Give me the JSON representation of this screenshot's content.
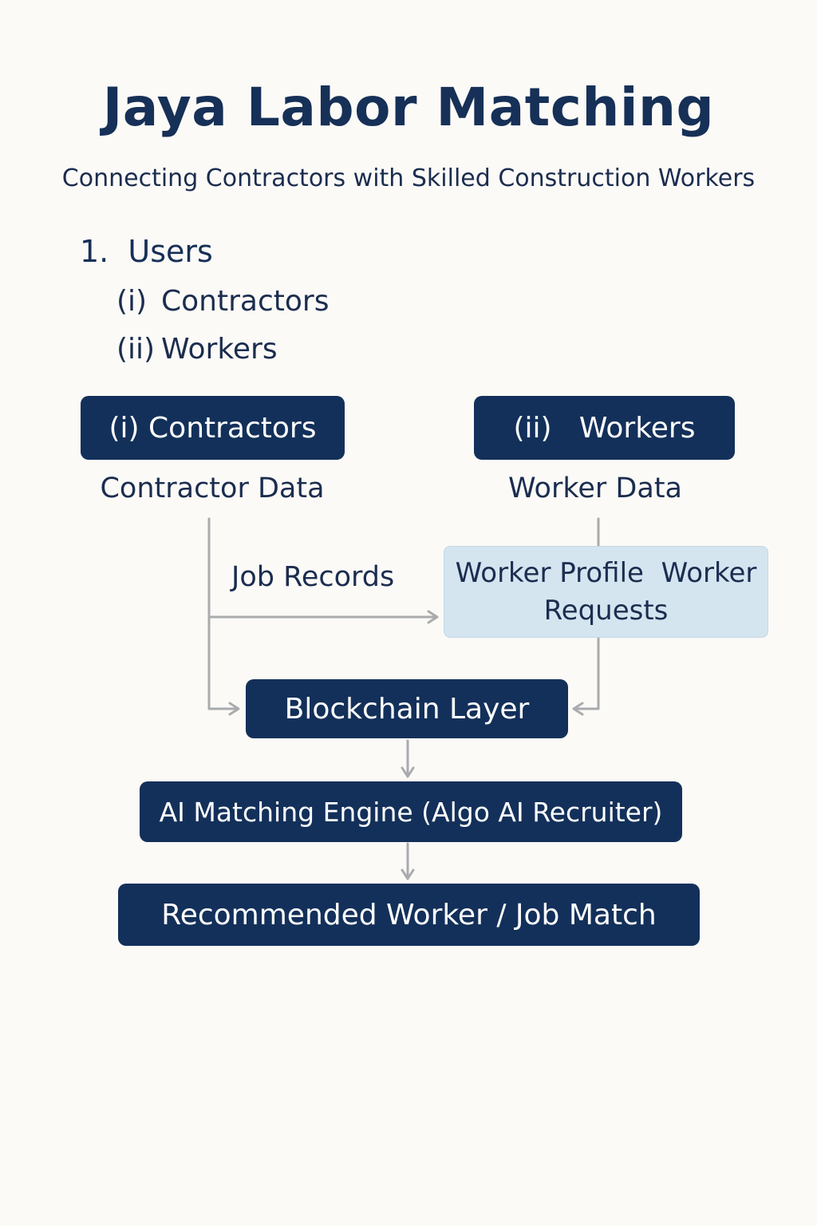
{
  "header": {
    "title": "Jaya Labor Matching",
    "subtitle": "Connecting Contractors with Skilled Construction Workers"
  },
  "users_section": {
    "heading": "1.  Users",
    "items": [
      {
        "num": "(i)",
        "label": "Contractors"
      },
      {
        "num": "(ii)",
        "label": "Workers"
      }
    ]
  },
  "diagram": {
    "contractors_box": "(i) Contractors",
    "workers_box": "(ii)   Workers",
    "contractor_data": "Contractor Data",
    "worker_data": "Worker Data",
    "job_records": "Job Records",
    "worker_profile_box": "Worker Profile  Worker Requests",
    "blockchain_box": "Blockchain Layer",
    "ai_engine_box": "AI Matching Engine (Algo AI Recruiter)",
    "match_box": "Recommended Worker / Job Match"
  },
  "colors": {
    "background": "#fcfaf7",
    "dark_box": "#13305a",
    "light_box": "#d4e5f0",
    "connector": "#a9abad"
  }
}
